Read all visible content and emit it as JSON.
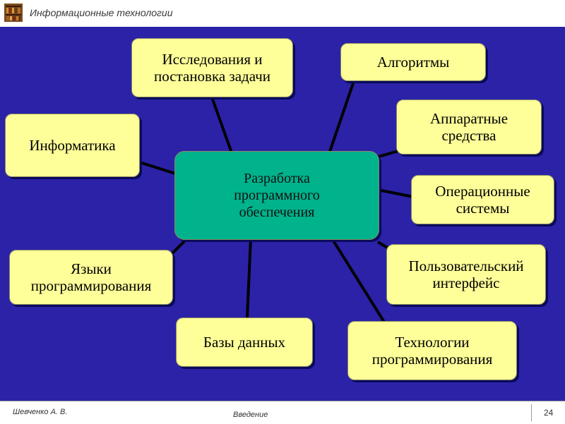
{
  "header": {
    "title": "Информационные технологии",
    "logo_icon": "books-icon"
  },
  "diagram": {
    "center": "Разработка\nпрограммного\nобеспечения",
    "nodes": {
      "research": "Исследования и\nпостановка задачи",
      "algorithms": "Алгоритмы",
      "hardware": "Аппаратные\nсредства",
      "informatics": "Информатика",
      "os": "Операционные\nсистемы",
      "ui": "Пользовательский\nинтерфейс",
      "languages": "Языки\nпрограммирования",
      "databases": "Базы данных",
      "technologies": "Технологии\nпрограммирования"
    },
    "colors": {
      "background": "#2b22a8",
      "node": "#ffff99",
      "center": "#00b38c",
      "connector": "#000000"
    }
  },
  "footer": {
    "author": "Шевченко А. В.",
    "section": "Введение",
    "page": "24"
  }
}
